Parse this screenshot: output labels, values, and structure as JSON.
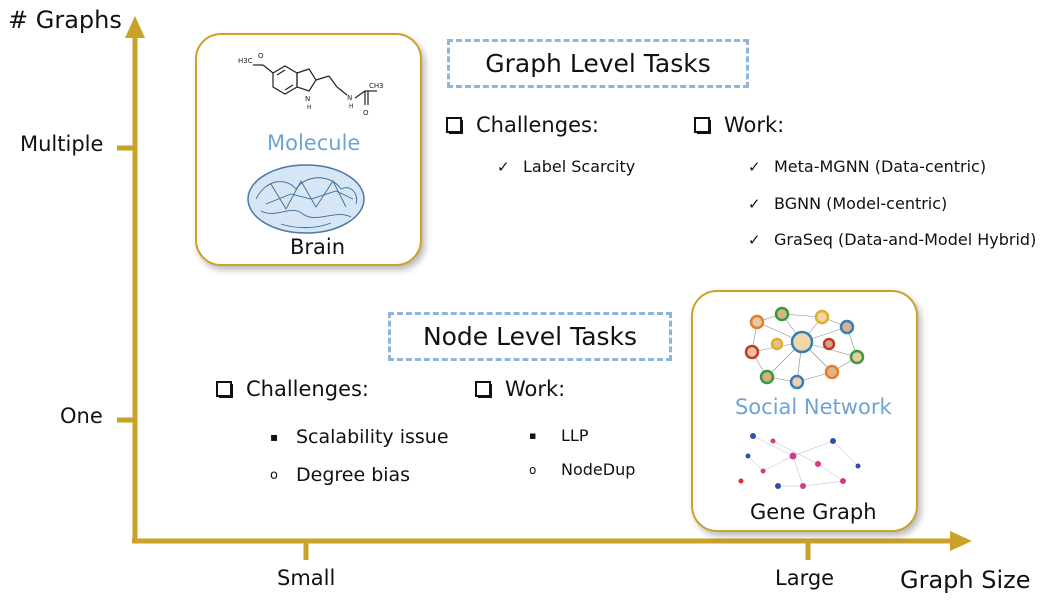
{
  "axes": {
    "y_title": "# Graphs",
    "x_title": "Graph Size",
    "y_ticks": [
      "Multiple",
      "One"
    ],
    "x_ticks": [
      "Small",
      "Large"
    ],
    "color": "#c9a227"
  },
  "graph_level": {
    "title": "Graph Level Tasks",
    "challenges_heading": "Challenges:",
    "challenges": [
      "Label Scarcity"
    ],
    "work_heading": "Work:",
    "work": [
      "Meta-MGNN (Data-centric)",
      "BGNN (Model-centric)",
      "GraSeq (Data-and-Model Hybrid)"
    ],
    "card": {
      "top_label": "Molecule",
      "bottom_label": "Brain"
    },
    "molecule_atoms": [
      "H3C",
      "O",
      "N",
      "H",
      "N",
      "H",
      "CH3",
      "O"
    ]
  },
  "node_level": {
    "title": "Node Level Tasks",
    "challenges_heading": "Challenges:",
    "challenges": [
      "Scalability issue",
      "Degree bias"
    ],
    "challenge_bullets": [
      "▪",
      "o"
    ],
    "work_heading": "Work:",
    "work": [
      "LLP",
      "NodeDup"
    ],
    "work_bullets": [
      "▪",
      "o"
    ],
    "card": {
      "top_label": "Social Network",
      "bottom_label": "Gene Graph"
    }
  },
  "check_mark": "✓",
  "colors": {
    "accent": "#c9a227",
    "dashed_border": "#8fb6d9",
    "blue_text": "#6ea4d4"
  }
}
